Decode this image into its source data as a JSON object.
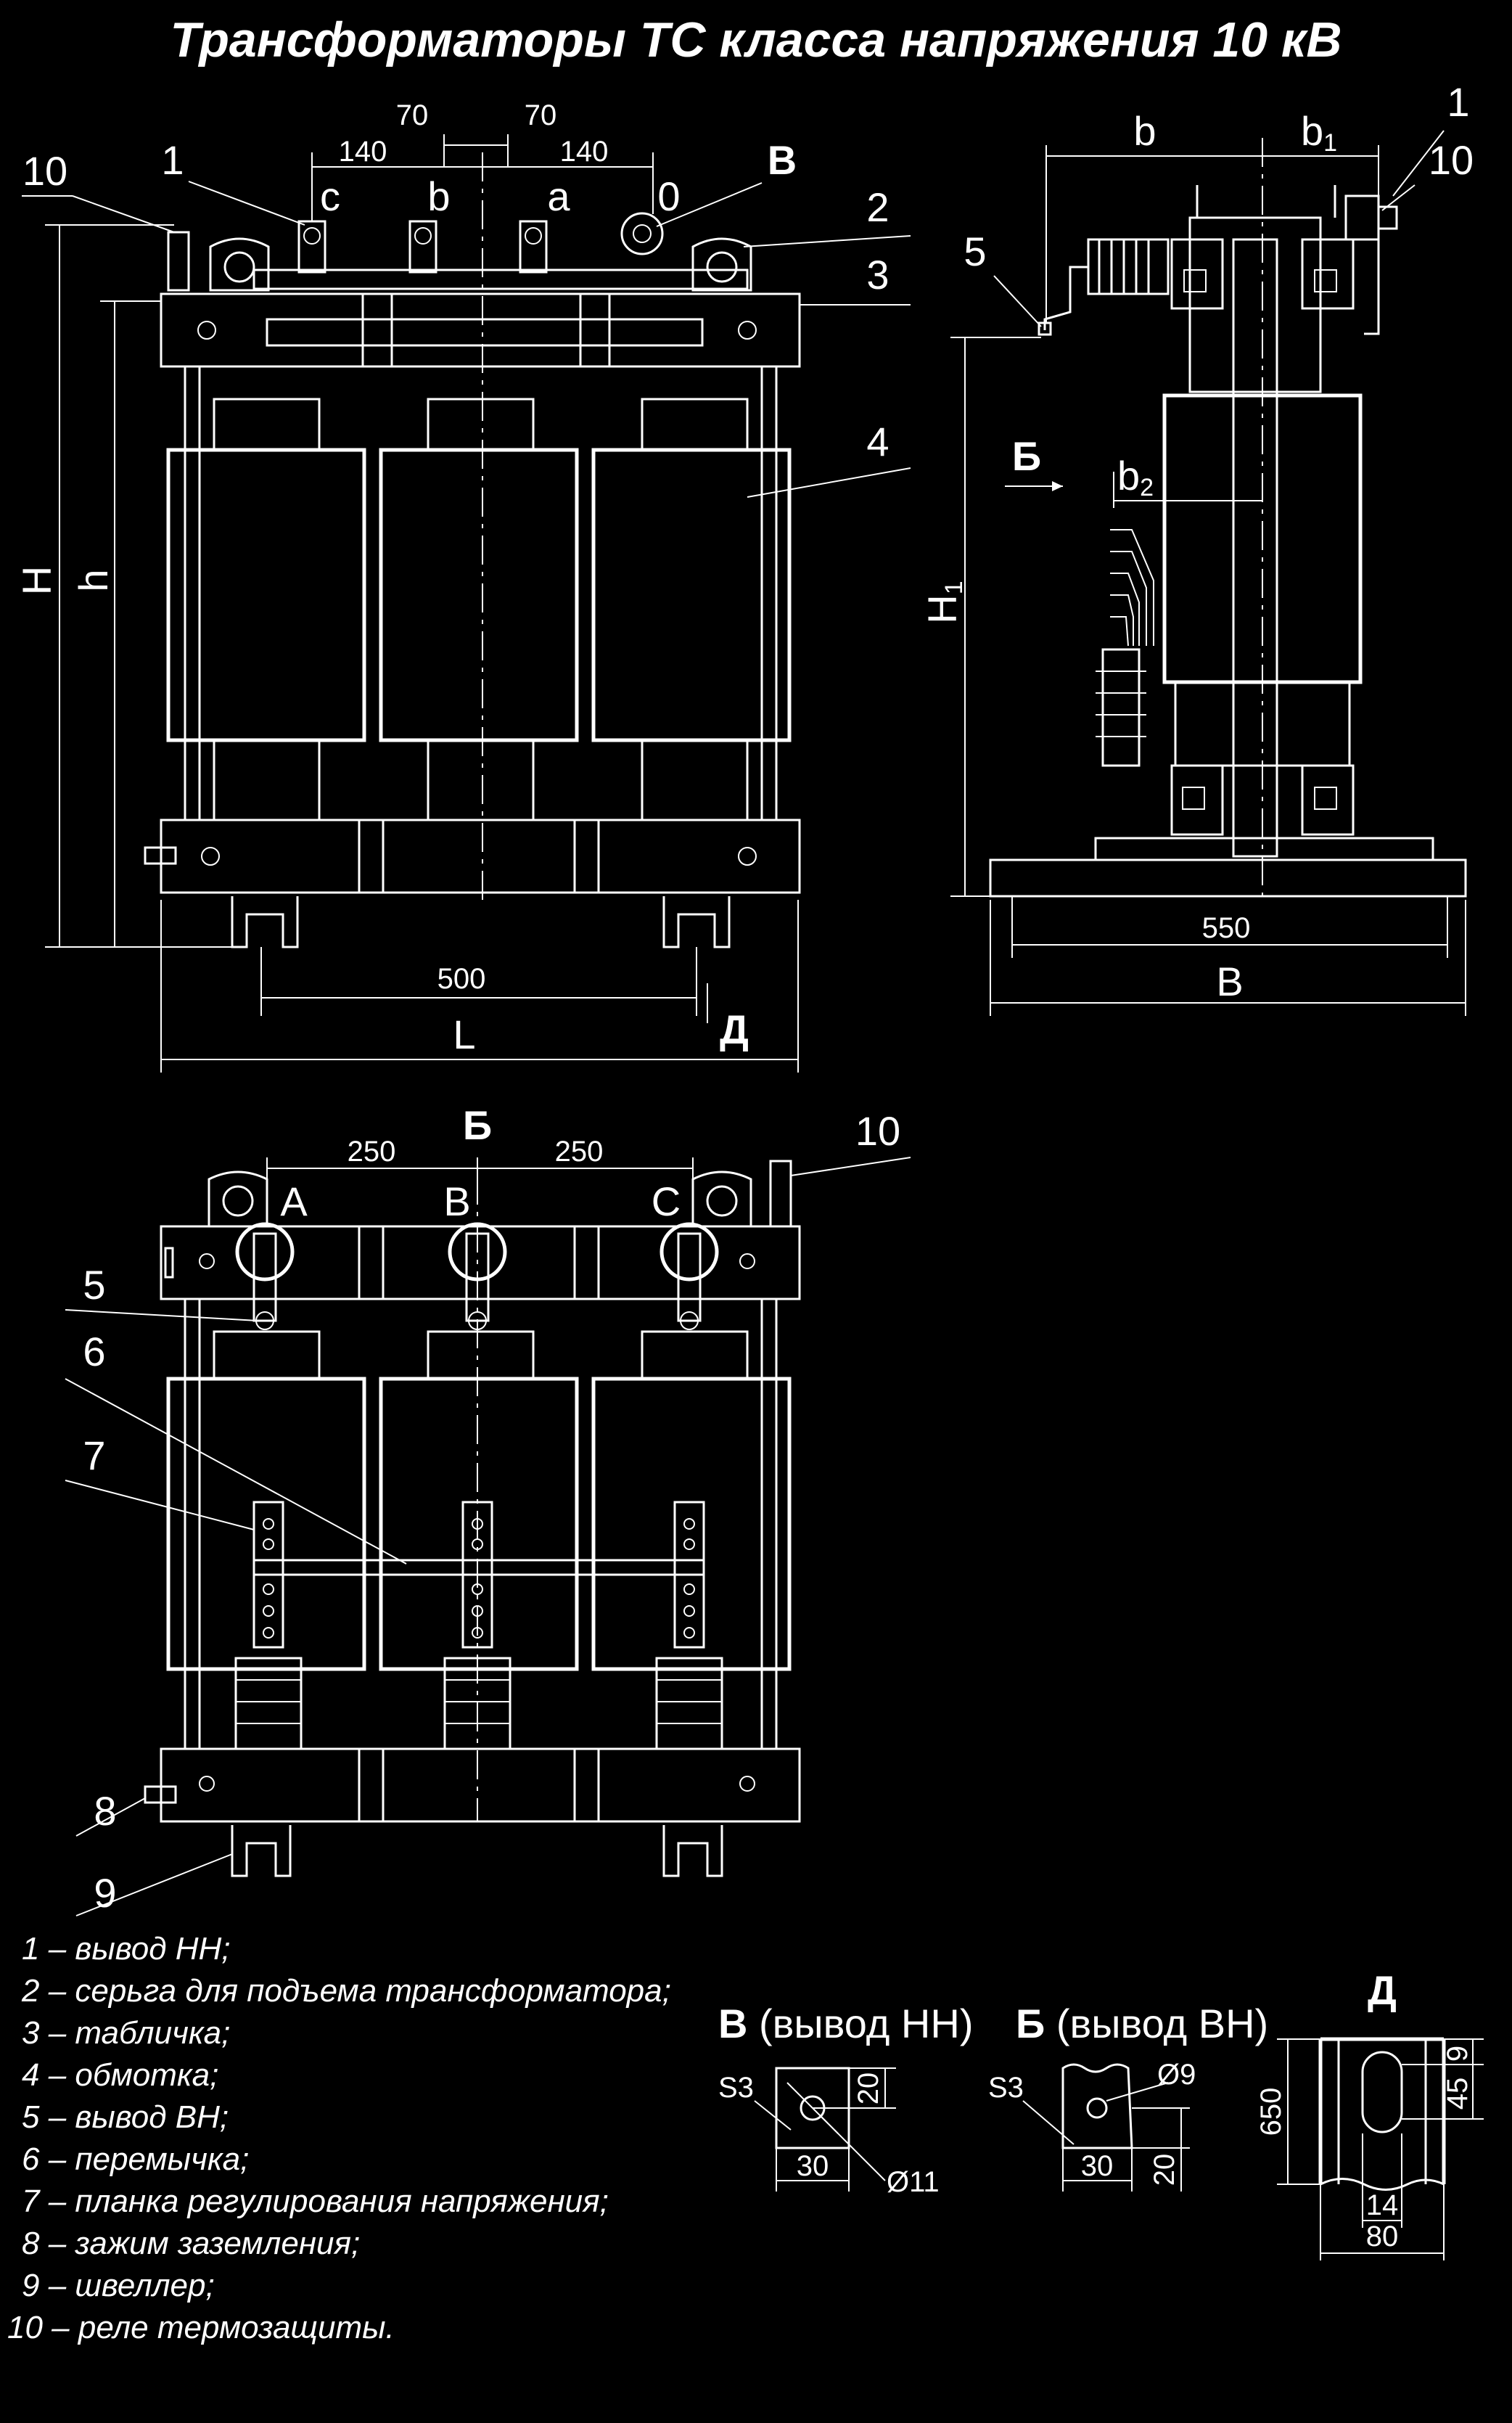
{
  "title": "Трансформаторы  ТС класса напряжения 10 кВ",
  "front_view": {
    "dims": {
      "d70_left": "70",
      "d70_right": "70",
      "d140_left": "140",
      "d140_right": "140",
      "d500": "500",
      "L": "L",
      "H": "H",
      "h": "h"
    },
    "terminals": {
      "c": "c",
      "b": "b",
      "a": "a",
      "zero": "0"
    },
    "view_mark_V": "В",
    "view_mark_D": "Д",
    "callouts": {
      "n10": "10",
      "n1": "1",
      "n2": "2",
      "n3": "3",
      "n4": "4"
    }
  },
  "side_view": {
    "dims": {
      "b": "b",
      "b1": "b",
      "b1_sub": "1",
      "b2": "b",
      "b2_sub": "2",
      "H1": "H",
      "H1_sub": "1",
      "d550": "550",
      "B": "B"
    },
    "view_mark_B": "Б",
    "callouts": {
      "n1": "1",
      "n10": "10",
      "n5": "5"
    }
  },
  "rear_view": {
    "title": "Б",
    "dims": {
      "d250_left": "250",
      "d250_right": "250"
    },
    "terminals": {
      "A": "A",
      "B": "B",
      "C": "C"
    },
    "callouts": {
      "n10": "10",
      "n5": "5",
      "n6": "6",
      "n7": "7",
      "n8": "8",
      "n9": "9"
    }
  },
  "legend": [
    "1 – вывод НН;",
    "2 – серьга для подъема трансформатора;",
    "3 – табличка;",
    "4 – обмотка;",
    "5 – вывод ВН;",
    "6 – перемычка;",
    "7 – планка регулирования напряжения;",
    "8 – зажим заземления;",
    "9 – швеллер;",
    "10 – реле термозащиты."
  ],
  "detail_V": {
    "mark": "В",
    "caption": "(вывод НН)",
    "s3": "S3",
    "d20": "20",
    "d30": "30",
    "hole": "Ø11"
  },
  "detail_B": {
    "mark": "Б",
    "caption": "(вывод ВН)",
    "s3": "S3",
    "hole": "Ø9",
    "d30": "30",
    "d20": "20"
  },
  "detail_D": {
    "mark": "Д",
    "d9": "9",
    "d45": "45",
    "d650": "650",
    "d14": "14",
    "d80": "80"
  }
}
